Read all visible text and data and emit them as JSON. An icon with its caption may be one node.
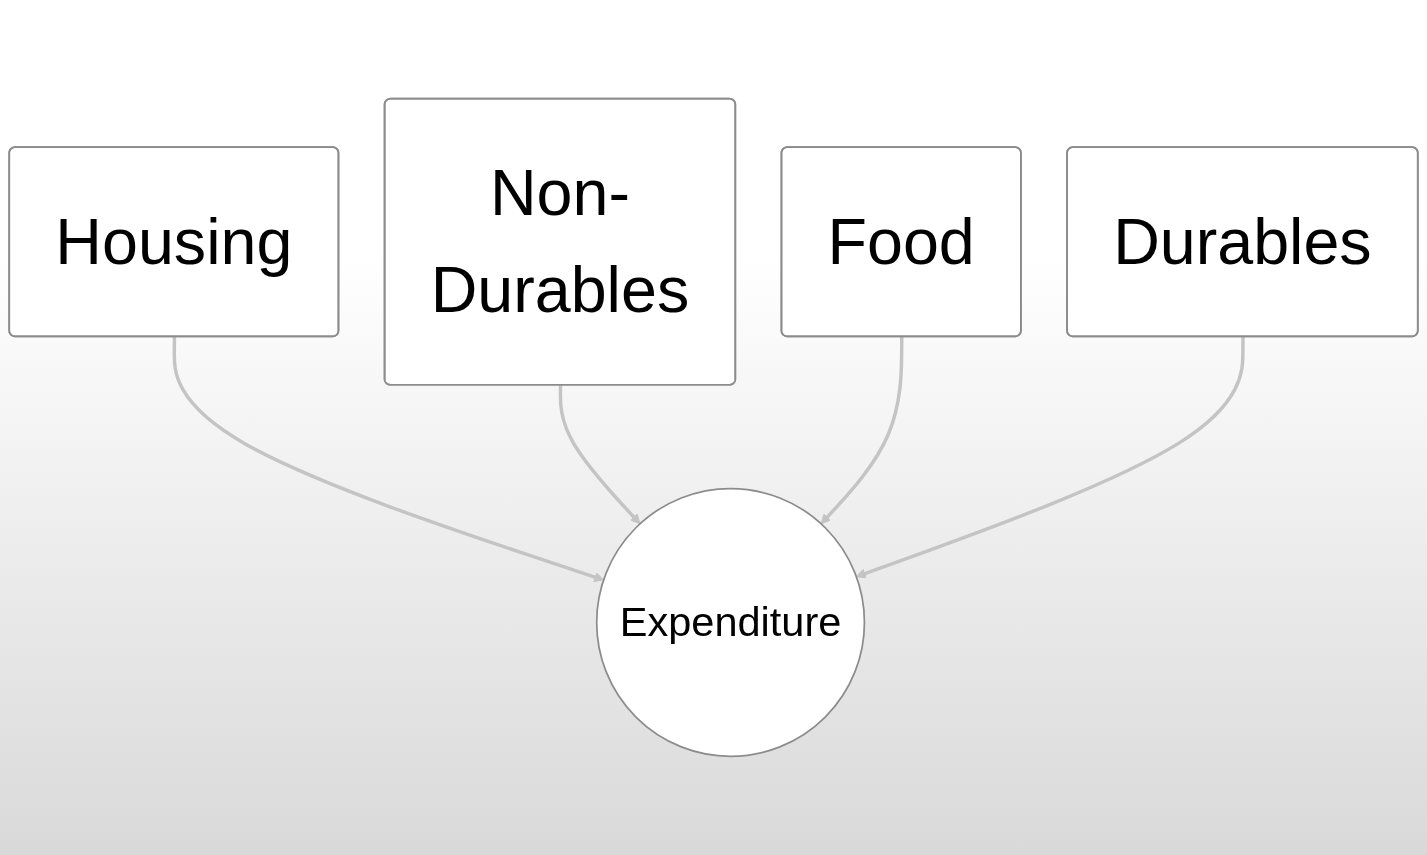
{
  "diagram": {
    "nodes": [
      {
        "text": [
          "Housing"
        ]
      },
      {
        "text": [
          "Non-Durables"
        ]
      },
      {
        "text": [
          "Food"
        ]
      },
      {
        "text": [
          "Durables"
        ]
      },
      {
        "text": [
          "Expenditure"
        ]
      }
    ],
    "edges": [
      {
        "from": 0,
        "to": 4,
        "arrow": "to"
      },
      {
        "from": 1,
        "to": 4,
        "arrow": "to"
      },
      {
        "from": 2,
        "to": 4,
        "arrow": "to"
      },
      {
        "from": 3,
        "to": 4,
        "arrow": "to"
      }
    ]
  }
}
